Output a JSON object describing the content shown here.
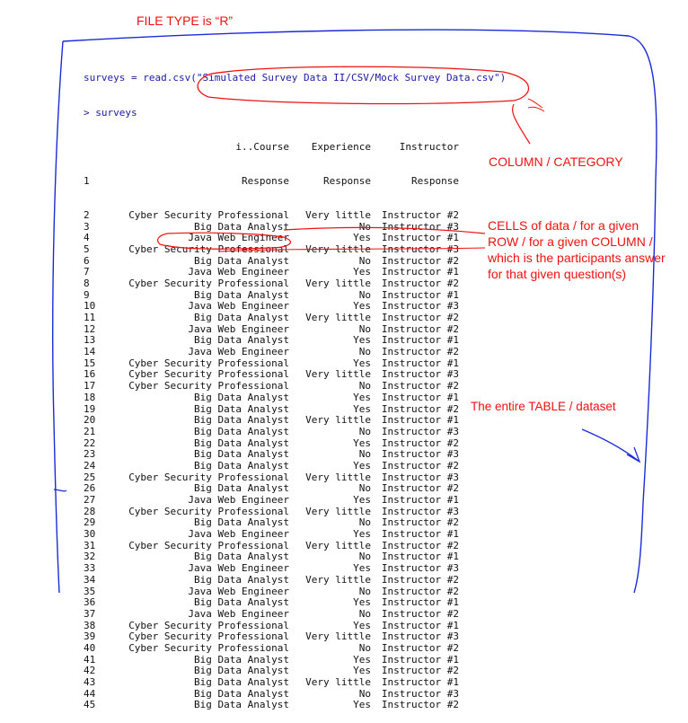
{
  "console": {
    "command": "surveys = read.csv(\"Simulated Survey Data II/CSV/Mock Survey Data.csv\")",
    "print_command": "> surveys",
    "headers": [
      {
        "line1": "i..Course",
        "line2": "Response"
      },
      {
        "line1": "Experience",
        "line2": "Response"
      },
      {
        "line1": "Instructor",
        "line2": "Response"
      }
    ],
    "header_row_index": "1",
    "rows": [
      [
        "2",
        "Cyber Security Professional",
        "Very little",
        "Instructor #2"
      ],
      [
        "3",
        "Big Data Analyst",
        "No",
        "Instructor #3"
      ],
      [
        "4",
        "Java Web Engineer",
        "Yes",
        "Instructor #1"
      ],
      [
        "5",
        "Cyber Security Professional",
        "Very little",
        "Instructor #3"
      ],
      [
        "6",
        "Big Data Analyst",
        "No",
        "Instructor #2"
      ],
      [
        "7",
        "Java Web Engineer",
        "Yes",
        "Instructor #1"
      ],
      [
        "8",
        "Cyber Security Professional",
        "Very little",
        "Instructor #2"
      ],
      [
        "9",
        "Big Data Analyst",
        "No",
        "Instructor #1"
      ],
      [
        "10",
        "Java Web Engineer",
        "Yes",
        "Instructor #3"
      ],
      [
        "11",
        "Big Data Analyst",
        "Very little",
        "Instructor #2"
      ],
      [
        "12",
        "Java Web Engineer",
        "No",
        "Instructor #2"
      ],
      [
        "13",
        "Big Data Analyst",
        "Yes",
        "Instructor #1"
      ],
      [
        "14",
        "Java Web Engineer",
        "No",
        "Instructor #2"
      ],
      [
        "15",
        "Cyber Security Professional",
        "Yes",
        "Instructor #1"
      ],
      [
        "16",
        "Cyber Security Professional",
        "Very little",
        "Instructor #3"
      ],
      [
        "17",
        "Cyber Security Professional",
        "No",
        "Instructor #2"
      ],
      [
        "18",
        "Big Data Analyst",
        "Yes",
        "Instructor #1"
      ],
      [
        "19",
        "Big Data Analyst",
        "Yes",
        "Instructor #2"
      ],
      [
        "20",
        "Big Data Analyst",
        "Very little",
        "Instructor #1"
      ],
      [
        "21",
        "Big Data Analyst",
        "No",
        "Instructor #3"
      ],
      [
        "22",
        "Big Data Analyst",
        "Yes",
        "Instructor #2"
      ],
      [
        "23",
        "Big Data Analyst",
        "No",
        "Instructor #3"
      ],
      [
        "24",
        "Big Data Analyst",
        "Yes",
        "Instructor #2"
      ],
      [
        "25",
        "Cyber Security Professional",
        "Very little",
        "Instructor #3"
      ],
      [
        "26",
        "Big Data Analyst",
        "No",
        "Instructor #2"
      ],
      [
        "27",
        "Java Web Engineer",
        "Yes",
        "Instructor #1"
      ],
      [
        "28",
        "Cyber Security Professional",
        "Very little",
        "Instructor #3"
      ],
      [
        "29",
        "Big Data Analyst",
        "No",
        "Instructor #2"
      ],
      [
        "30",
        "Java Web Engineer",
        "Yes",
        "Instructor #1"
      ],
      [
        "31",
        "Cyber Security Professional",
        "Very little",
        "Instructor #2"
      ],
      [
        "32",
        "Big Data Analyst",
        "No",
        "Instructor #1"
      ],
      [
        "33",
        "Java Web Engineer",
        "Yes",
        "Instructor #3"
      ],
      [
        "34",
        "Big Data Analyst",
        "Very little",
        "Instructor #2"
      ],
      [
        "35",
        "Java Web Engineer",
        "No",
        "Instructor #2"
      ],
      [
        "36",
        "Big Data Analyst",
        "Yes",
        "Instructor #1"
      ],
      [
        "37",
        "Java Web Engineer",
        "No",
        "Instructor #2"
      ],
      [
        "38",
        "Cyber Security Professional",
        "Yes",
        "Instructor #1"
      ],
      [
        "39",
        "Cyber Security Professional",
        "Very little",
        "Instructor #3"
      ],
      [
        "40",
        "Cyber Security Professional",
        "No",
        "Instructor #2"
      ],
      [
        "41",
        "Big Data Analyst",
        "Yes",
        "Instructor #1"
      ],
      [
        "42",
        "Big Data Analyst",
        "Yes",
        "Instructor #2"
      ],
      [
        "43",
        "Big Data Analyst",
        "Very little",
        "Instructor #1"
      ],
      [
        "44",
        "Big Data Analyst",
        "No",
        "Instructor #3"
      ],
      [
        "45",
        "Big Data Analyst",
        "Yes",
        "Instructor #2"
      ]
    ]
  },
  "annotations": {
    "file_type": "FILE TYPE is “R”",
    "column": "COLUMN / CATEGORY",
    "cells": "CELLS of data / for a given ROW / for a given COLUMN / which is the participants answer for that given question(s)",
    "table": "The entire TABLE / dataset"
  },
  "colors": {
    "console_text": "#1a1aa6",
    "data_text": "#111111",
    "annotation_red": "#ee1111",
    "annotation_blue": "#1a2bd6"
  }
}
